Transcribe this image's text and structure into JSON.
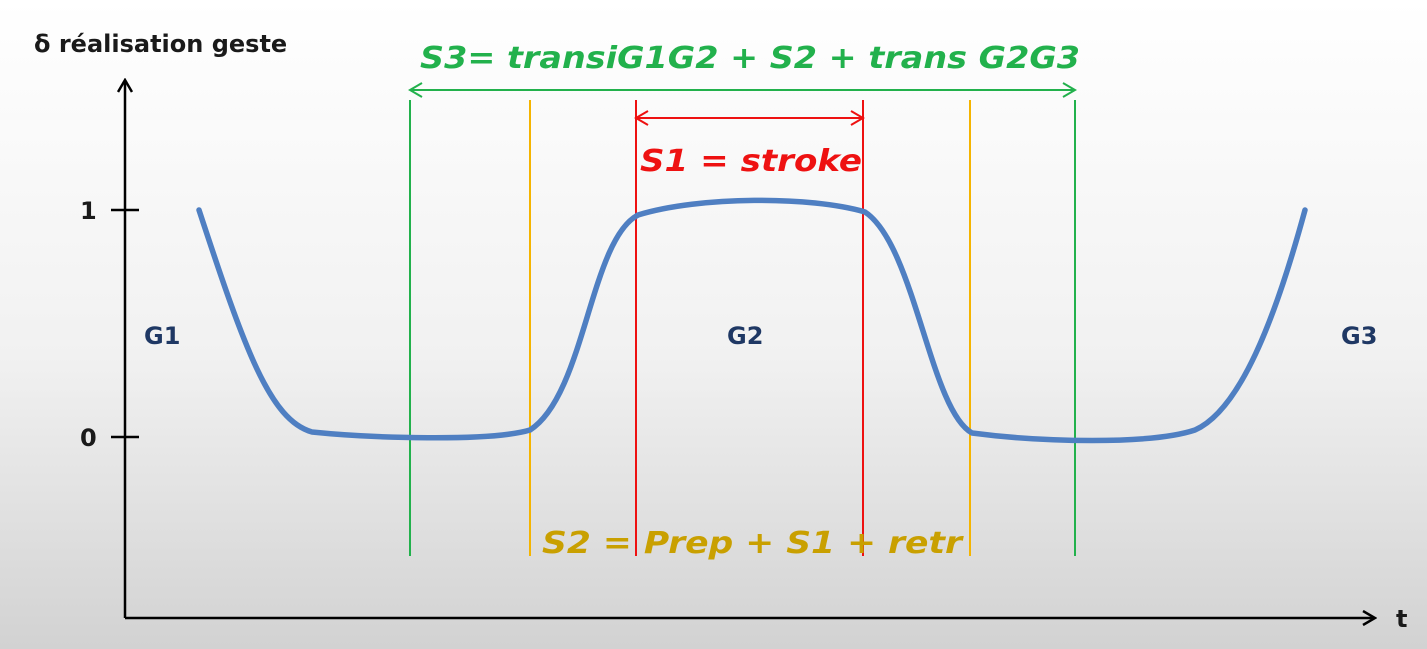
{
  "axes": {
    "y_label": "δ réalisation geste",
    "x_label": "t",
    "y_ticks": [
      "1",
      "0"
    ]
  },
  "gestures": [
    "G1",
    "G2",
    "G3"
  ],
  "annotations": {
    "s3": "S3= transiG1G2 + S2 + trans G2G3",
    "s1": "S1 = stroke",
    "s2": "S2 = Prep + S1 + retr"
  },
  "colors": {
    "curve": "#4f7fc2",
    "s3_green": "#22b14c",
    "s2_orange": "#f5b400",
    "s2_text": "#c9a000",
    "s1_red": "#ee1111",
    "background_top": "#ffffff",
    "background_bottom": "#d4d4d4"
  }
}
